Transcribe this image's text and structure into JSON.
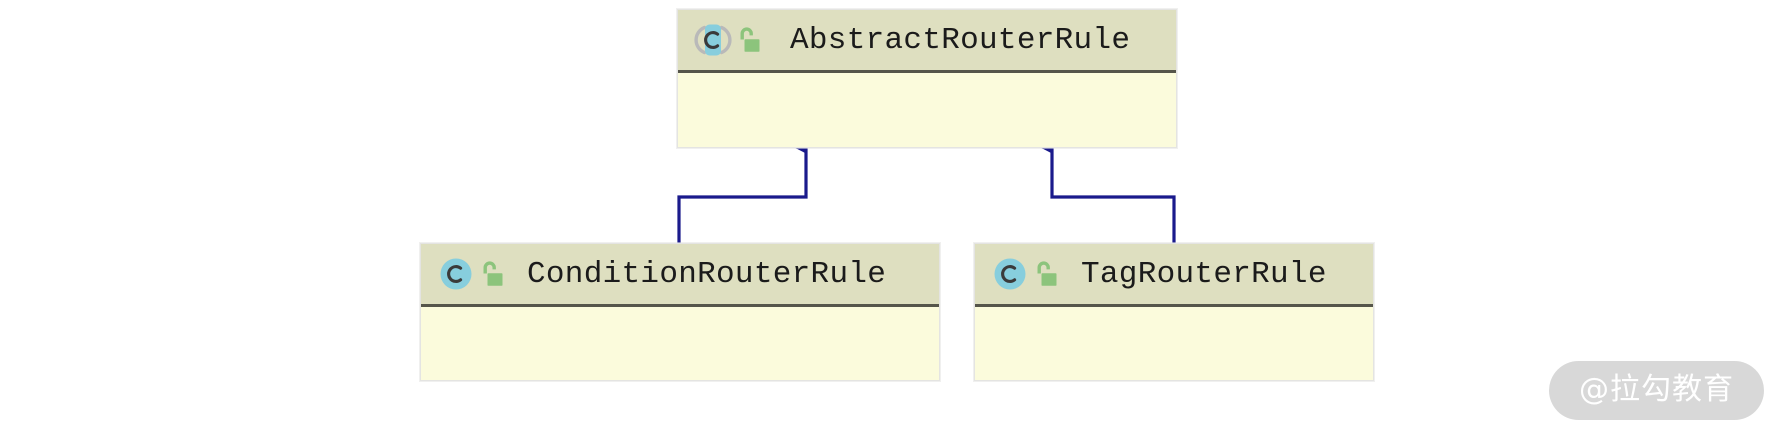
{
  "diagram": {
    "type": "uml-class-diagram",
    "relationship": "generalization",
    "background_color": "#ffffff",
    "colors": {
      "header_fill": "#dedfc0",
      "body_fill": "#fbfbdc",
      "header_separator": "#55554a",
      "box_border": "#e4e4e2",
      "connector": "#1a1a8c",
      "class_icon_fill": "#87cedd",
      "class_icon_glyph": "#3a3a3a",
      "abstract_paren": "#b9b9b9",
      "lock_icon_fill": "#8cc47c",
      "watermark_pill": "#d8d8d8",
      "watermark_text": "#ffffff"
    },
    "classes": [
      {
        "id": "abstract-router-rule",
        "name": "AbstractRouterRule",
        "stereotype": "abstract-class",
        "visibility": "public",
        "class_icon": "abstract-class-icon",
        "lock_icon": "unlocked-padlock-icon",
        "compartments": [
          "fields",
          "methods"
        ],
        "role": "superclass"
      },
      {
        "id": "condition-router-rule",
        "name": "ConditionRouterRule",
        "stereotype": "class",
        "visibility": "public",
        "class_icon": "class-icon",
        "lock_icon": "unlocked-padlock-icon",
        "compartments": [
          "fields",
          "methods"
        ],
        "role": "subclass"
      },
      {
        "id": "tag-router-rule",
        "name": "TagRouterRule",
        "stereotype": "class",
        "visibility": "public",
        "class_icon": "class-icon",
        "lock_icon": "unlocked-padlock-icon",
        "compartments": [
          "fields",
          "methods"
        ],
        "role": "subclass"
      }
    ],
    "edges": [
      {
        "id": "edge-condition-extends-abstract",
        "from": "condition-router-rule",
        "to": "abstract-router-rule",
        "kind": "inheritance",
        "arrowhead": "filled-triangle",
        "line": "solid",
        "routing": "orthogonal"
      },
      {
        "id": "edge-tag-extends-abstract",
        "from": "tag-router-rule",
        "to": "abstract-router-rule",
        "kind": "inheritance",
        "arrowhead": "filled-triangle",
        "line": "solid",
        "routing": "orthogonal"
      }
    ]
  },
  "watermark": {
    "text": "@拉勾教育"
  }
}
